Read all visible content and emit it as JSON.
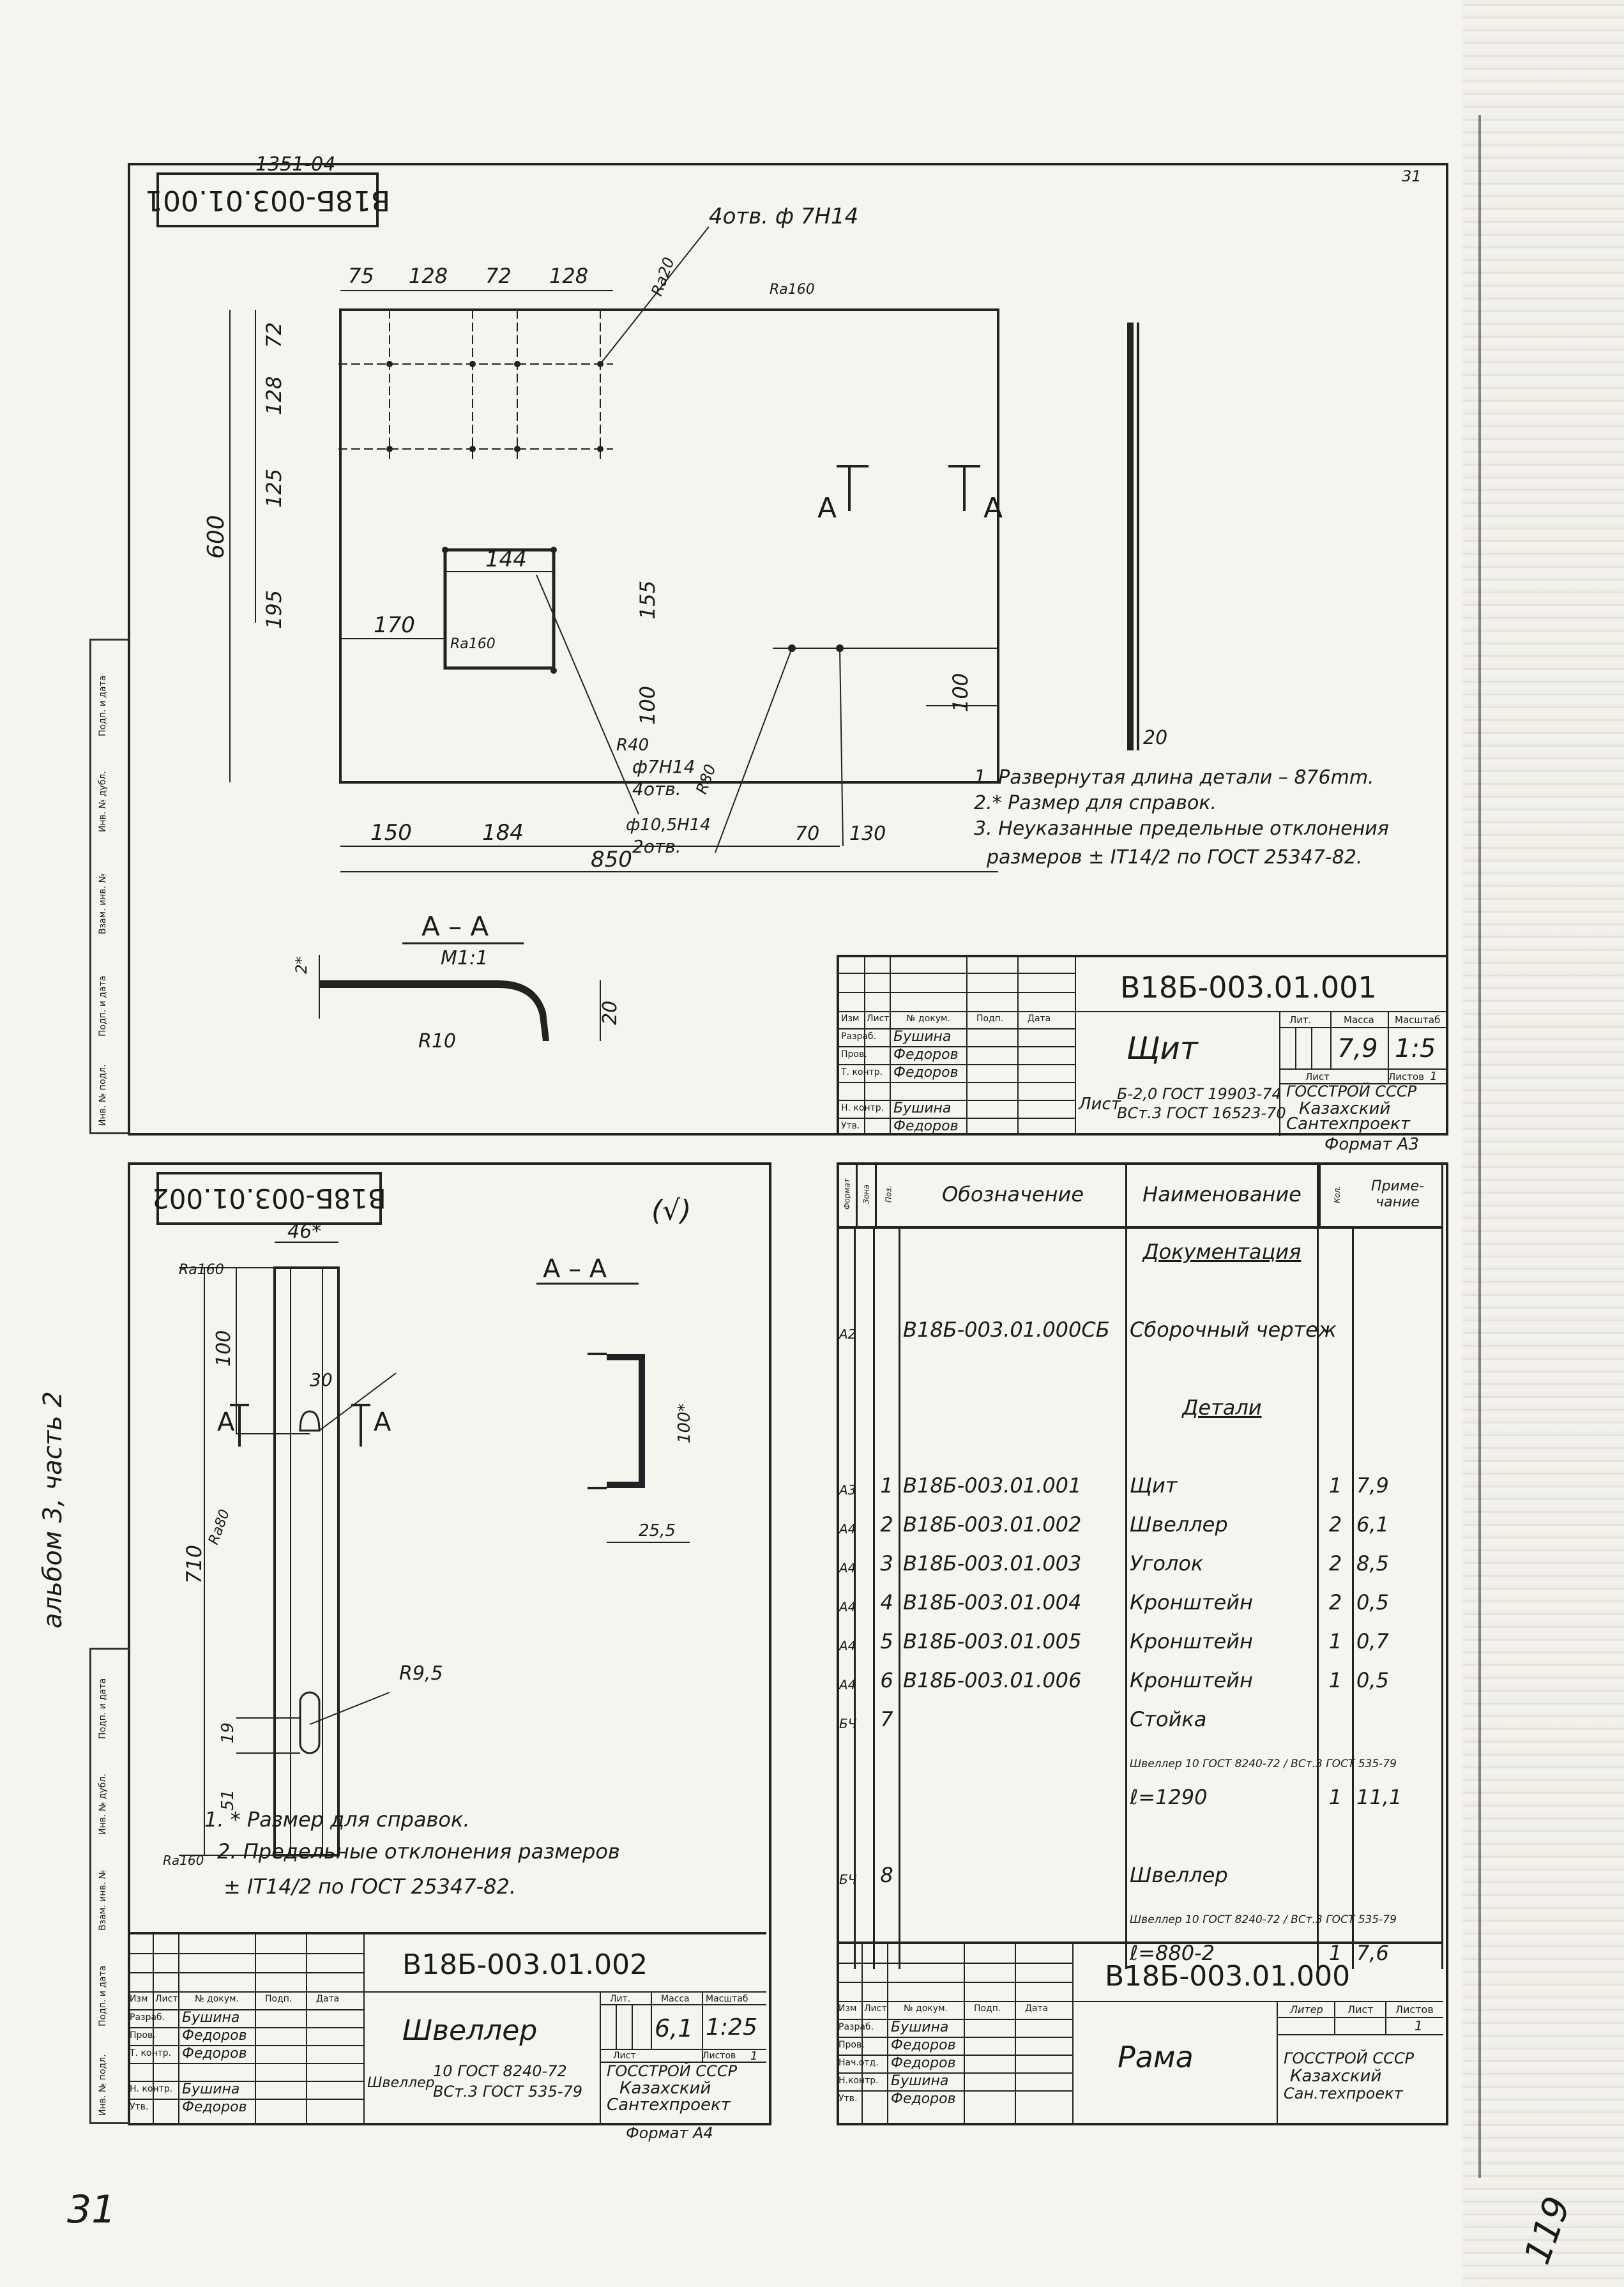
{
  "sheet_ref_top": "1351-04",
  "sheet_corner_number": "31",
  "page_number": "119",
  "bottom_left_number": "31",
  "album_note": "альбом 3, часть 2",
  "sheet1": {
    "code_rotated": "В18Б-003.01.001",
    "hole_callout": "4отв. ф 7Н14",
    "roughness_a": "Ra20",
    "roughness_b": "Ra160",
    "roughness_c": "Ra160",
    "dims": {
      "top": [
        "75",
        "128",
        "72",
        "128"
      ],
      "left": [
        "72",
        "128",
        "125",
        "195"
      ],
      "overall_h": "600",
      "cut_w": "144",
      "cut_off": "170",
      "cut_h": "155",
      "d100a": "100",
      "d100b": "100",
      "b150": "150",
      "b184": "184",
      "b70": "70",
      "b130": "130",
      "overall_w": "850",
      "r40": "R40",
      "r80": "R80"
    },
    "hole2": "ф7Н14",
    "hole2_count": "4отв.",
    "hole3": "ф10,5Н14",
    "hole3_count": "2отв.",
    "section_label": "А",
    "section_title": "А – А",
    "section_scale": "М1:1",
    "section_r": "R10",
    "section_h": "20",
    "section_t": "2*",
    "strip_w": "20",
    "notes": [
      "1. Развернутая длина детали – 876mm.",
      "2.* Размер для справок.",
      "3. Неуказанные предельные отклонения",
      "размеров ± IT14/2 по ГОСТ 25347-82."
    ],
    "stamp": {
      "code": "В18Б-003.01.001",
      "name": "Щит",
      "mass": "7,9",
      "scale": "1:5",
      "lit_label": "Лит.",
      "mass_label": "Масса",
      "scale_label": "Масштаб",
      "sheet_label": "Лист",
      "sheets_label": "Листов",
      "sheets_value": "1",
      "material_prefix": "Лист",
      "material_line1": "Б-2,0 ГОСТ 19903-74",
      "material_line2": "ВСт.3 ГОСТ 16523-70",
      "org": [
        "ГОССТРОЙ СССР",
        "Казахский",
        "Сантехпроект"
      ],
      "format": "Формат А3",
      "header": [
        "Изм",
        "Лист",
        "№ докум.",
        "Подп.",
        "Дата"
      ],
      "roles": [
        "Разраб.",
        "Пров.",
        "Т. контр.",
        "",
        "Н. контр.",
        "Утв."
      ],
      "people": [
        "Бушина",
        "Федоров",
        "Федоров",
        "",
        "Бушина",
        "Федоров"
      ]
    }
  },
  "sheet2": {
    "code_rotated": "В18Б-003.01.002",
    "roughness": "Ra160",
    "roughness2": "Ra80",
    "roughness3": "Ra160",
    "check_mark": "(√)",
    "dims": {
      "w46": "46*",
      "h100": "100",
      "w30": "30",
      "h710": "710",
      "r95": "R9,5",
      "h19": "19",
      "h51": "51",
      "h100s": "100*",
      "w255": "25,5"
    },
    "section_label": "А",
    "section_title": "А – А",
    "notes": [
      "1. * Размер для справок.",
      "2. Предельные отклонения размеров",
      "± IT14/2 по ГОСТ 25347-82."
    ],
    "stamp": {
      "code": "В18Б-003.01.002",
      "name": "Швеллер",
      "mass": "6,1",
      "scale": "1:25",
      "lit_label": "Лит.",
      "mass_label": "Масса",
      "scale_label": "Масштаб",
      "sheet_label": "Лист",
      "sheets_label": "Листов",
      "sheets_value": "1",
      "material_prefix": "Швеллер",
      "material_line1": "10 ГОСТ 8240-72",
      "material_line2": "ВСт.3 ГОСТ 535-79",
      "org": [
        "ГОССТРОЙ СССР",
        "Казахский",
        "Сантехпроект"
      ],
      "format": "Формат А4",
      "header": [
        "Изм",
        "Лист",
        "№ докум.",
        "Подп.",
        "Дата"
      ],
      "roles": [
        "Разраб.",
        "Пров.",
        "Т. контр.",
        "",
        "Н. контр.",
        "Утв."
      ],
      "people": [
        "Бушина",
        "Федоров",
        "Федоров",
        "",
        "Бушина",
        "Федоров"
      ]
    }
  },
  "spec": {
    "headers": [
      "Формат",
      "Зона",
      "Поз.",
      "Обозначение",
      "Наименование",
      "Кол.",
      "Приме-чание"
    ],
    "rows": [
      {
        "fmt": "",
        "zone": "",
        "pos": "",
        "code": "",
        "name": "Документация",
        "qty": "",
        "note": "",
        "u": true
      },
      {
        "fmt": "",
        "zone": "",
        "pos": "",
        "code": "",
        "name": "",
        "qty": "",
        "note": ""
      },
      {
        "fmt": "А2",
        "zone": "",
        "pos": "",
        "code": "В18Б-003.01.000СБ",
        "name": "Сборочный чертеж",
        "qty": "",
        "note": ""
      },
      {
        "fmt": "",
        "zone": "",
        "pos": "",
        "code": "",
        "name": "",
        "qty": "",
        "note": ""
      },
      {
        "fmt": "",
        "zone": "",
        "pos": "",
        "code": "",
        "name": "Детали",
        "qty": "",
        "note": "",
        "u": true
      },
      {
        "fmt": "",
        "zone": "",
        "pos": "",
        "code": "",
        "name": "",
        "qty": "",
        "note": ""
      },
      {
        "fmt": "А3",
        "zone": "",
        "pos": "1",
        "code": "В18Б-003.01.001",
        "name": "Щит",
        "qty": "1",
        "note": "7,9"
      },
      {
        "fmt": "А4",
        "zone": "",
        "pos": "2",
        "code": "В18Б-003.01.002",
        "name": "Швеллер",
        "qty": "2",
        "note": "6,1"
      },
      {
        "fmt": "А4",
        "zone": "",
        "pos": "3",
        "code": "В18Б-003.01.003",
        "name": "Уголок",
        "qty": "2",
        "note": "8,5"
      },
      {
        "fmt": "А4",
        "zone": "",
        "pos": "4",
        "code": "В18Б-003.01.004",
        "name": "Кронштейн",
        "qty": "2",
        "note": "0,5"
      },
      {
        "fmt": "А4",
        "zone": "",
        "pos": "5",
        "code": "В18Б-003.01.005",
        "name": "Кронштейн",
        "qty": "1",
        "note": "0,7"
      },
      {
        "fmt": "А4",
        "zone": "",
        "pos": "6",
        "code": "В18Б-003.01.006",
        "name": "Кронштейн",
        "qty": "1",
        "note": "0,5"
      },
      {
        "fmt": "БЧ",
        "zone": "",
        "pos": "7",
        "code": "",
        "name": "Стойка",
        "qty": "",
        "note": ""
      },
      {
        "fmt": "",
        "zone": "",
        "pos": "",
        "code": "",
        "name": "Швеллер 10 ГОСТ 8240-72 / ВСт.3 ГОСТ 535-79",
        "qty": "",
        "note": "",
        "small": true
      },
      {
        "fmt": "",
        "zone": "",
        "pos": "",
        "code": "",
        "name": "ℓ=1290",
        "qty": "1",
        "note": "11,1"
      },
      {
        "fmt": "",
        "zone": "",
        "pos": "",
        "code": "",
        "name": "",
        "qty": "",
        "note": ""
      },
      {
        "fmt": "БЧ",
        "zone": "",
        "pos": "8",
        "code": "",
        "name": "Швеллер",
        "qty": "",
        "note": ""
      },
      {
        "fmt": "",
        "zone": "",
        "pos": "",
        "code": "",
        "name": "Швеллер 10 ГОСТ 8240-72 / ВСт.3 ГОСТ 535-79",
        "qty": "",
        "note": "",
        "small": true
      },
      {
        "fmt": "",
        "zone": "",
        "pos": "",
        "code": "",
        "name": "ℓ=880-2",
        "qty": "1",
        "note": "7,6"
      }
    ],
    "stamp": {
      "code": "В18Б-003.01.000",
      "name": "Рама",
      "lit_label": "Литер",
      "sheet_label": "Лист",
      "sheets_label": "Листов",
      "sheets_value": "1",
      "org": [
        "ГОССТРОЙ СССР",
        "Казахский",
        "Сан.техпроект"
      ],
      "header": [
        "Изм",
        "Лист",
        "№ докум.",
        "Подп.",
        "Дата"
      ],
      "roles": [
        "Разраб.",
        "Пров.",
        "Нач.отд.",
        "Н.контр.",
        "Утв."
      ],
      "people": [
        "Бушина",
        "Федоров",
        "Федоров",
        "Бушина",
        "Федоров"
      ]
    }
  },
  "side_labels": [
    "Инв. № подл.",
    "Подп. и дата",
    "Взам. инв. №",
    "Инв. № дубл.",
    "Подп. и дата"
  ]
}
